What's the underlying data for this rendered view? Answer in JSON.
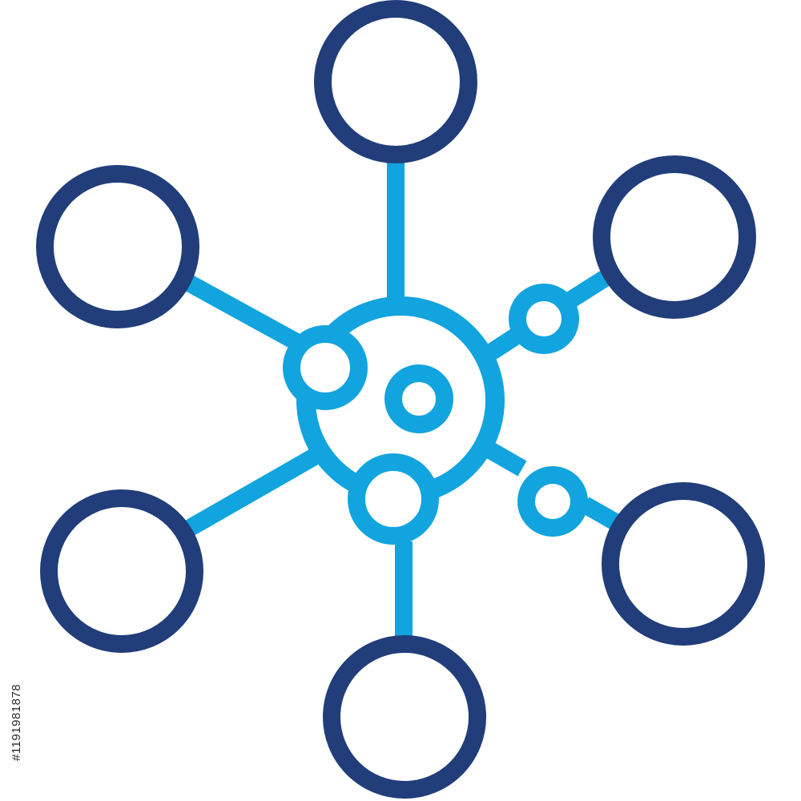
{
  "image": {
    "subject": "network-hub-icon",
    "stock_id": "#1191981878",
    "colors": {
      "outer_nodes": "#213d7a",
      "hub_and_links": "#12a4de",
      "background": "#ffffff"
    }
  },
  "diagram": {
    "hub": {
      "label": ""
    },
    "outer_nodes": [
      {
        "name": "top"
      },
      {
        "name": "upper-right"
      },
      {
        "name": "lower-right"
      },
      {
        "name": "bottom"
      },
      {
        "name": "lower-left"
      },
      {
        "name": "upper-left"
      }
    ],
    "connector_nodes": [
      {
        "name": "upper-right-connector"
      },
      {
        "name": "lower-right-connector"
      }
    ]
  }
}
